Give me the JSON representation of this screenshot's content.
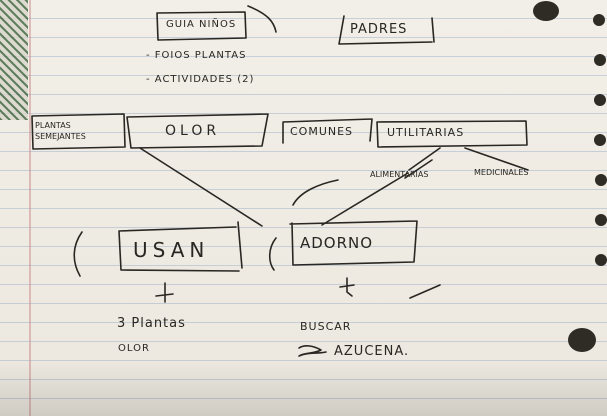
{
  "notes": {
    "guia_ninos": "GUIA NIÑOS",
    "padres": "PADRES",
    "fotos_plantas": "- FOIOS PLANTAS",
    "actividades": "- ACTIVIDADES (2)",
    "plantas_semejantes": "PLANTAS SEMEJANTES",
    "olor": "OLOR",
    "comunes": "COMUNES",
    "utilitarias": "UTILITARIAS",
    "alimentarias": "ALIMENTARIAS",
    "medicinales": "MEDICINALES",
    "usan": "USAN",
    "adorno": "ADORNO",
    "tres_plantas": "3 Plantas",
    "olor_bottom": "OLOR",
    "buscar": "BUSCAR",
    "azucena": "AZUCENA."
  },
  "colors": {
    "ink": "#2a2622",
    "paper": "#f2efe8",
    "rule_line": "#7896be"
  }
}
